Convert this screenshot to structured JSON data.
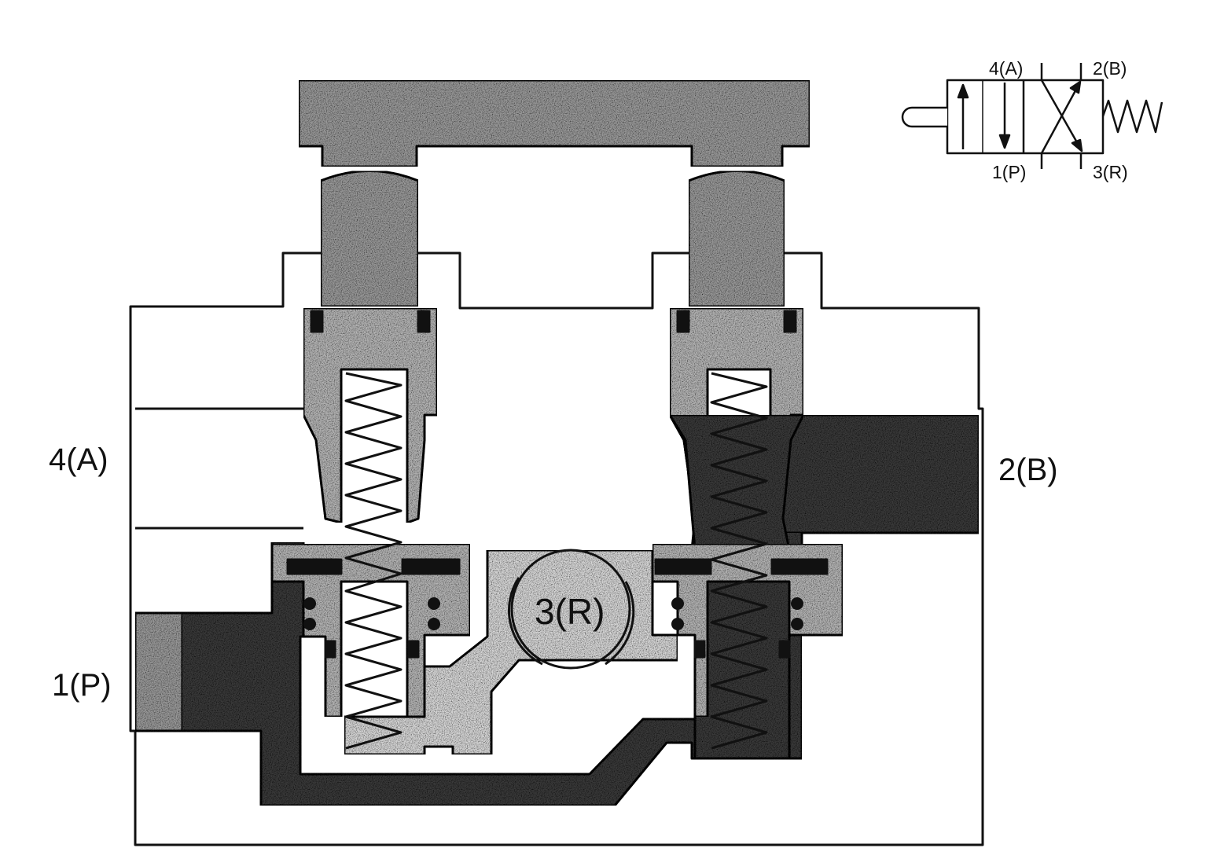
{
  "ports": {
    "a": "4(A)",
    "b": "2(B)",
    "p": "1(P)",
    "r": "3(R)"
  },
  "symbol": {
    "a": "4(A)",
    "b": "2(B)",
    "p": "1(P)",
    "r": "3(R)"
  },
  "colors": {
    "ink": "#111111",
    "light_fill": "#8a8a8a",
    "dark_fill": "#3a3a3a",
    "background": "#ffffff"
  }
}
